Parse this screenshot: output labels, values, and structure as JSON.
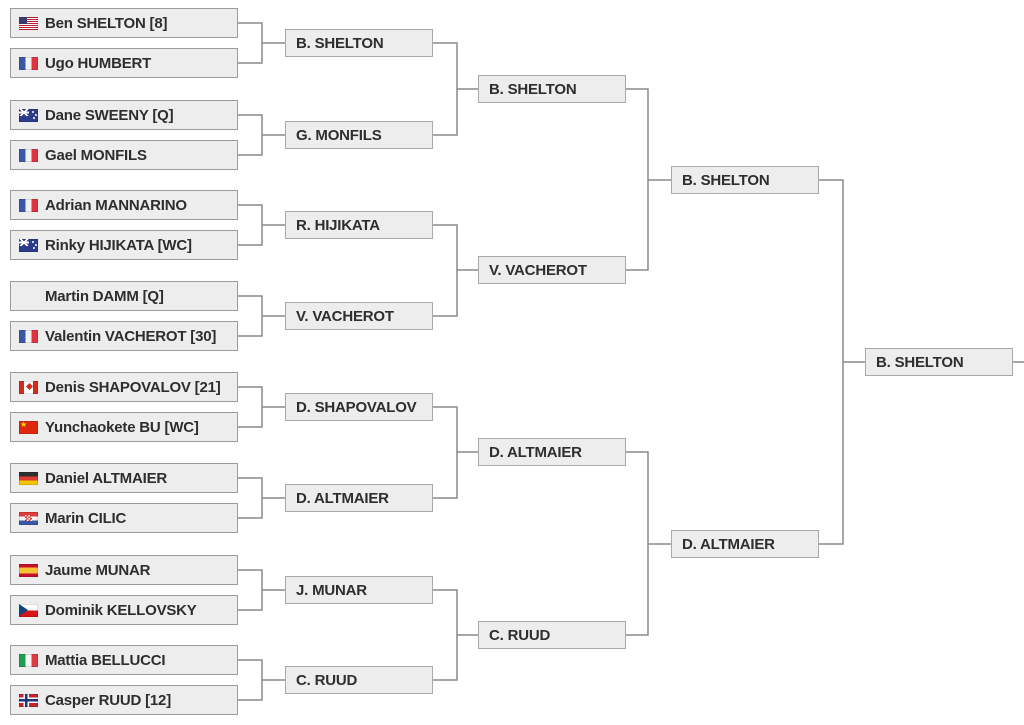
{
  "bracket": {
    "round1": [
      {
        "name": "Ben SHELTON [8]",
        "flag": "us"
      },
      {
        "name": "Ugo HUMBERT",
        "flag": "fr"
      },
      {
        "name": "Dane SWEENY [Q]",
        "flag": "au"
      },
      {
        "name": "Gael MONFILS",
        "flag": "fr"
      },
      {
        "name": "Adrian MANNARINO",
        "flag": "fr"
      },
      {
        "name": "Rinky HIJIKATA [WC]",
        "flag": "au"
      },
      {
        "name": "Martin DAMM [Q]",
        "flag": "none"
      },
      {
        "name": "Valentin VACHEROT [30]",
        "flag": "fr"
      },
      {
        "name": "Denis SHAPOVALOV [21]",
        "flag": "ca"
      },
      {
        "name": "Yunchaokete BU [WC]",
        "flag": "cn"
      },
      {
        "name": "Daniel ALTMAIER",
        "flag": "de"
      },
      {
        "name": "Marin CILIC",
        "flag": "hr"
      },
      {
        "name": "Jaume MUNAR",
        "flag": "es"
      },
      {
        "name": "Dominik KELLOVSKY",
        "flag": "cz"
      },
      {
        "name": "Mattia BELLUCCI",
        "flag": "it"
      },
      {
        "name": "Casper RUUD [12]",
        "flag": "no"
      }
    ],
    "round2": [
      "B. SHELTON",
      "G. MONFILS",
      "R. HIJIKATA",
      "V. VACHEROT",
      "D. SHAPOVALOV",
      "D. ALTMAIER",
      "J. MUNAR",
      "C. RUUD"
    ],
    "round3": [
      "B. SHELTON",
      "V. VACHEROT",
      "D. ALTMAIER",
      "C. RUUD"
    ],
    "semifinals": [
      "B. SHELTON",
      "D. ALTMAIER"
    ],
    "final": [
      "B. SHELTON"
    ]
  },
  "colors": {
    "page_background": "#ffffff",
    "box_background": "#ededed",
    "box_border": "#9c9c9c",
    "connector_line": "#8a8a8a",
    "text": "#2e2e2e"
  }
}
